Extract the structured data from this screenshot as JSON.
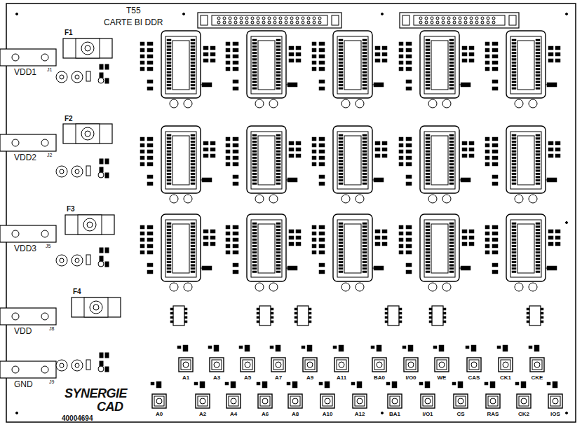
{
  "diagram": {
    "nodes": [
      {
        "text": [
          "A1"
        ]
      },
      {
        "text": [
          "A3"
        ]
      },
      {
        "text": [
          "A5"
        ]
      },
      {
        "text": [
          "A7"
        ]
      },
      {
        "text": [
          "A9"
        ]
      },
      {
        "text": [
          "A11"
        ]
      },
      {
        "text": [
          "BA0"
        ]
      },
      {
        "text": [
          "I/O0"
        ]
      },
      {
        "text": [
          "WE"
        ]
      },
      {
        "text": [
          "CAS"
        ]
      },
      {
        "text": [
          "CK1"
        ]
      },
      {
        "text": [
          "CKE"
        ]
      },
      {
        "text": [
          "A0"
        ]
      },
      {
        "text": [
          "A2"
        ]
      },
      {
        "text": [
          "A4"
        ]
      },
      {
        "text": [
          "A6"
        ]
      },
      {
        "text": [
          "A8"
        ]
      },
      {
        "text": [
          "A10"
        ]
      },
      {
        "text": [
          "A12"
        ]
      },
      {
        "text": [
          "BA1"
        ]
      },
      {
        "text": [
          "I/O1"
        ]
      },
      {
        "text": [
          "CS"
        ]
      },
      {
        "text": [
          "RAS"
        ]
      },
      {
        "text": [
          "CK2"
        ]
      },
      {
        "text": [
          "IOS"
        ]
      }
    ],
    "labels": [
      "T55",
      "CARTE BI DDR",
      "F1",
      "VDD1",
      "J1",
      "F2",
      "VDD2",
      "J2",
      "F3",
      "VDD3",
      "J5",
      "F4",
      "VDD",
      "J8",
      "GND",
      "J9",
      "SYNERGIE",
      "CAD",
      "40004694"
    ]
  }
}
